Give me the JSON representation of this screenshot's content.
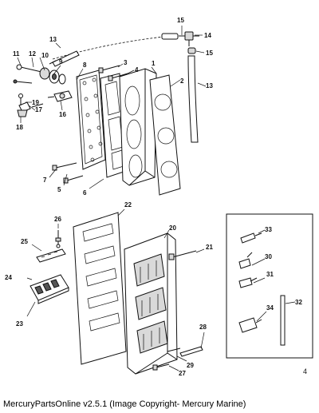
{
  "caption": "MercuryPartsOnline v2.5.1 (Image Copyright- Mercury Marine)",
  "corner_mark": "4",
  "callouts": [
    "1",
    "2",
    "3",
    "4",
    "5",
    "6",
    "7",
    "8",
    "9",
    "10",
    "11",
    "12",
    "13",
    "13",
    "14",
    "15",
    "15",
    "16",
    "17",
    "18",
    "19",
    "20",
    "21",
    "22",
    "23",
    "24",
    "25",
    "26",
    "27",
    "28",
    "29",
    "30",
    "31",
    "32",
    "33",
    "34"
  ]
}
